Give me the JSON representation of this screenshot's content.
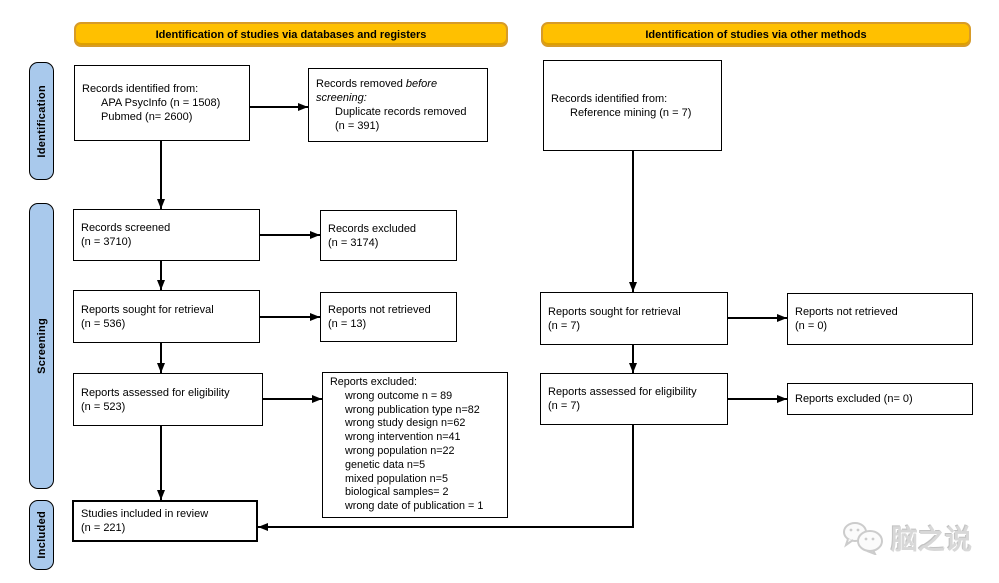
{
  "colors": {
    "header_fill": "#FFC000",
    "header_border": "#D79B28",
    "sidebar_fill": "#A9C9EC",
    "box_border": "#000000",
    "arrow": "#000000"
  },
  "headers": {
    "left": "Identification of studies via databases and registers",
    "right": "Identification of studies via other methods"
  },
  "sidebar": {
    "identification": "Identification",
    "screening": "Screening",
    "included": "Included"
  },
  "flow": {
    "records_identified_db": {
      "lines": [
        "Records identified from:",
        "APA PsycInfo (n = 1508)",
        "Pubmed (n= 2600)"
      ]
    },
    "records_removed": {
      "line1_normal": "Records removed ",
      "line1_italic": "before",
      "line2_italic": "screening:",
      "lines": [
        "Duplicate records removed",
        "(n = 391)"
      ]
    },
    "records_screened": {
      "lines": [
        "Records screened",
        "(n = 3710)"
      ]
    },
    "records_excluded": {
      "lines": [
        "Records excluded",
        "(n = 3174)"
      ]
    },
    "reports_sought": {
      "lines": [
        "Reports sought for retrieval",
        "(n = 536)"
      ]
    },
    "reports_not_retrieved": {
      "lines": [
        "Reports not retrieved",
        "(n = 13)"
      ]
    },
    "reports_assessed": {
      "lines": [
        "Reports assessed for eligibility",
        "(n = 523)"
      ]
    },
    "reports_excluded_detail": {
      "title": "Reports excluded:",
      "reasons": [
        "wrong outcome n = 89",
        "wrong publication type n=82",
        "wrong study design n=62",
        "wrong intervention n=41",
        "wrong population n=22",
        "genetic data n=5",
        "mixed population n=5",
        "biological samples= 2",
        "wrong date of publication = 1"
      ]
    },
    "studies_included": {
      "lines": [
        "Studies included in review",
        "(n = 221)"
      ]
    },
    "records_identified_other": {
      "lines": [
        "Records identified from:",
        "Reference mining (n = 7)"
      ]
    },
    "reports_sought_other": {
      "lines": [
        "Reports sought for retrieval",
        "(n = 7)"
      ]
    },
    "reports_not_retrieved_other": {
      "lines": [
        "Reports not retrieved",
        "(n = 0)"
      ]
    },
    "reports_assessed_other": {
      "lines": [
        "Reports assessed for eligibility",
        "(n = 7)"
      ]
    },
    "reports_excluded_other": {
      "lines": [
        "Reports excluded (n= 0)"
      ]
    }
  },
  "watermark": {
    "text": "脑之说",
    "icon": "wechat-logo"
  }
}
